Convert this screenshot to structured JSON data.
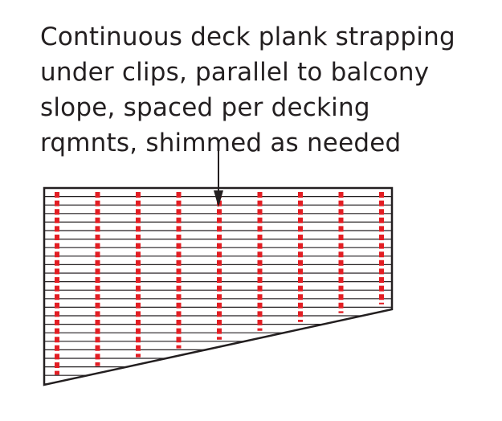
{
  "annotation": {
    "lines": [
      "Continuous deck plank strapping",
      "under clips, parallel to balcony",
      "slope, spaced per decking",
      "rqmnts, shimmed as needed"
    ]
  },
  "colors": {
    "outline": "#231f20",
    "strapping": "#e31e24",
    "background": "#ffffff"
  },
  "diagram": {
    "plank_count": 24,
    "strap_count": 9
  }
}
